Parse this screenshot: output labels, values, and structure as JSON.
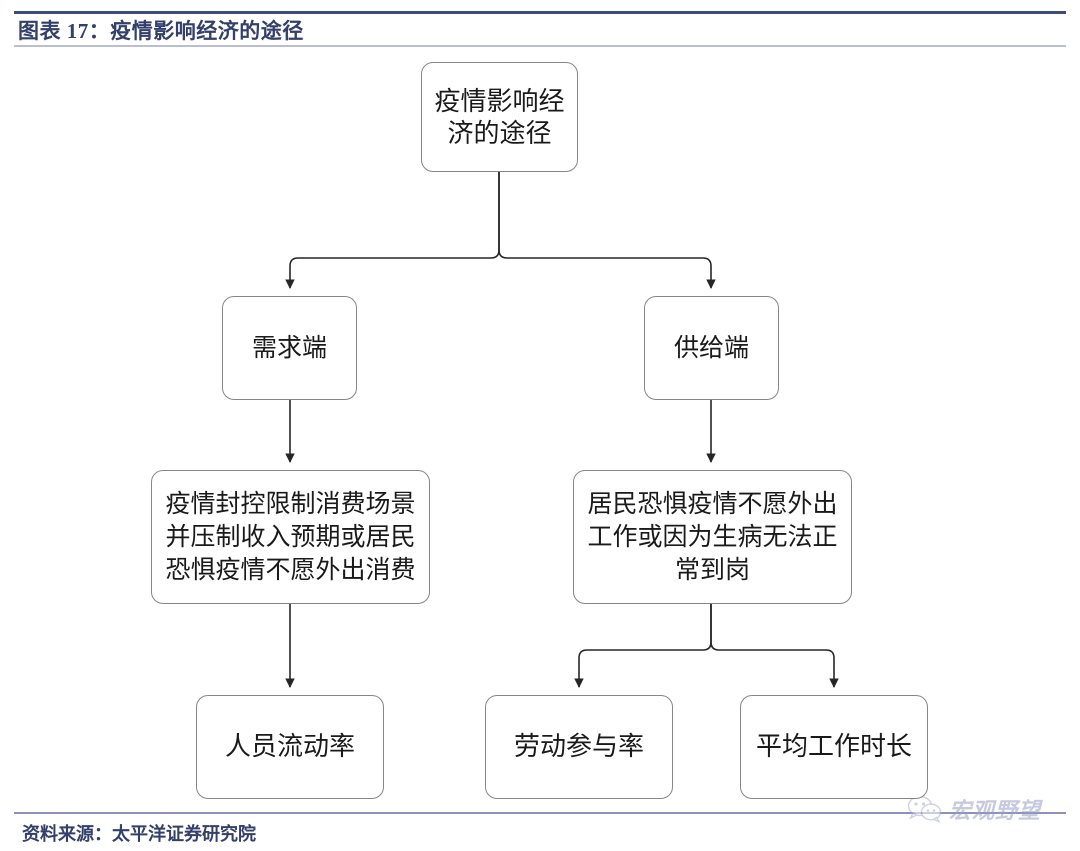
{
  "header": {
    "title": "图表 17：疫情影响经济的途径",
    "rule_top_color": "#3d4d7a",
    "rule_bottom_color": "#b9bdd6",
    "title_color": "#33406b"
  },
  "footer": {
    "source": "资料来源：太平洋证券研究院",
    "rule_color": "#8b93bd",
    "text_color": "#33406b"
  },
  "watermark": {
    "icon": "wechat-icon",
    "text": "宏观野望",
    "color": "#9aa0c4"
  },
  "diagram": {
    "type": "flowchart",
    "orientation": "top-down",
    "node_border_color": "#868686",
    "node_fill_color": "#ffffff",
    "connector_color": "#262626",
    "nodes": [
      {
        "id": "root",
        "label": "疫情影响经\n济的途径",
        "level": 0
      },
      {
        "id": "demand",
        "label": "需求端",
        "level": 1
      },
      {
        "id": "supply",
        "label": "供给端",
        "level": 1
      },
      {
        "id": "demand-detail",
        "label": "疫情封控限制消费场景\n并压制收入预期或居民\n恐惧疫情不愿外出消费",
        "level": 2
      },
      {
        "id": "supply-detail",
        "label": "居民恐惧疫情不愿外出\n工作或因为生病无法正\n常到岗",
        "level": 2
      },
      {
        "id": "mobility",
        "label": "人员流动率",
        "level": 3
      },
      {
        "id": "participation",
        "label": "劳动参与率",
        "level": 3
      },
      {
        "id": "hours",
        "label": "平均工作时长",
        "level": 3
      }
    ],
    "edges": [
      {
        "from": "root",
        "to": "demand"
      },
      {
        "from": "root",
        "to": "supply"
      },
      {
        "from": "demand",
        "to": "demand-detail"
      },
      {
        "from": "supply",
        "to": "supply-detail"
      },
      {
        "from": "demand-detail",
        "to": "mobility"
      },
      {
        "from": "supply-detail",
        "to": "participation"
      },
      {
        "from": "supply-detail",
        "to": "hours"
      }
    ]
  }
}
